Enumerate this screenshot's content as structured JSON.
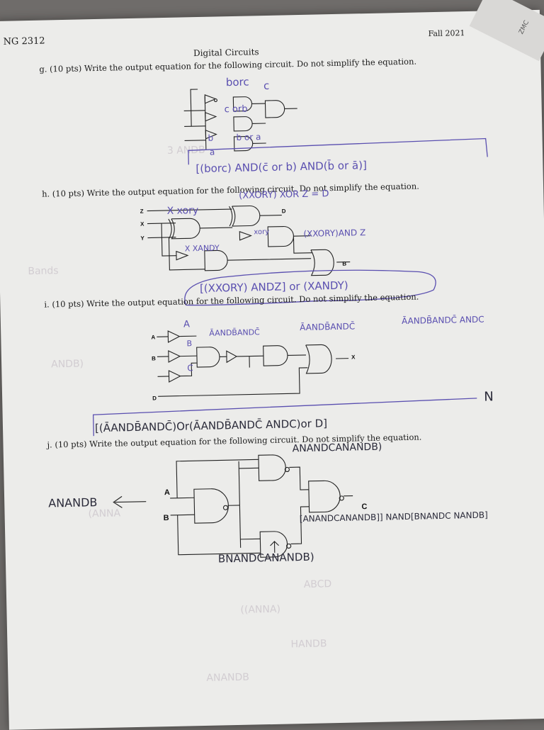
{
  "header": {
    "course": "NG 2312",
    "title": "Digital Circuits",
    "term": "Fall 2021"
  },
  "corner_tab": "ZMC",
  "questions": [
    {
      "id": "g",
      "prompt": "g.   (10 pts) Write the output equation for the following circuit. Do not simplify the equation.",
      "annotations": [
        "borc",
        "c",
        "c orb",
        "b",
        "b or a",
        "a"
      ],
      "answer": "[(borc) AND(c̄ or b) AND(b̄ or ā)]"
    },
    {
      "id": "h",
      "prompt": "h.   (10 pts) Write the output equation for the following circuit. Do not simplify the equation.",
      "labels": [
        "Z",
        "X",
        "Y",
        "D",
        "B"
      ],
      "annotations": [
        "X xory",
        "xory",
        "X XANDY",
        "(XXORY)AND Z",
        "(XXORY) XOR Z = D"
      ],
      "answer": "[(XXORY) ANDZ] or (XANDY)"
    },
    {
      "id": "i",
      "prompt": "i.   (10 pts) Write the output equation for the following circuit. Do not simplify the equation.",
      "labels": [
        "A",
        "B",
        "D",
        "X"
      ],
      "annotations": [
        "A",
        "B",
        "C",
        "ĀANDB̄ANDC̄",
        "ĀANDB̄ANDC̄",
        "ĀANDB̄ANDC̄ ANDC"
      ],
      "answer": "[(ĀANDB̄ANDC̄)Or(ĀANDB̄ANDC̄ ANDC)or D]",
      "extra_mark": "N"
    },
    {
      "id": "j",
      "prompt": "j.   (10 pts) Write the output equation for the following circuit. Do not simplify the equation.",
      "labels": [
        "A",
        "B",
        "C"
      ],
      "annotations": [
        "ANANDB",
        "ANANDCANANDB)",
        "BNANDCANANDB)",
        "[ANANDCANANDB]] NAND[BNANDC NANDB]"
      ]
    }
  ],
  "ghost_marks": [
    "3 ANDB",
    "Bands",
    "ANDB)",
    "(ANNA",
    "ABCD",
    "((ANNA)",
    "HANDB",
    "ANANDB"
  ]
}
